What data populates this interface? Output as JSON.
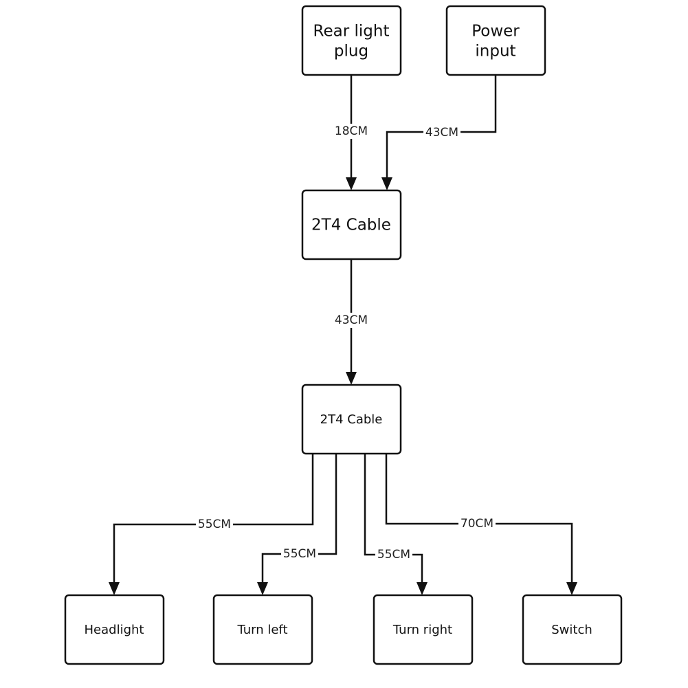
{
  "nodes": {
    "rear_light_plug": {
      "lines": [
        "Rear light",
        "plug"
      ]
    },
    "power_input": {
      "lines": [
        "Power",
        "input"
      ]
    },
    "cable_top": {
      "label": "2T4 Cable"
    },
    "cable_bottom": {
      "label": "2T4 Cable"
    },
    "headlight": {
      "label": "Headlight"
    },
    "turn_left": {
      "label": "Turn left"
    },
    "turn_right": {
      "label": "Turn right"
    },
    "switch": {
      "label": "Switch"
    }
  },
  "edges": {
    "rear_to_cable": "18CM",
    "power_to_cable": "43CM",
    "cable_to_cable": "43CM",
    "cable_to_headlight": "55CM",
    "cable_to_turn_left": "55CM",
    "cable_to_turn_right": "55CM",
    "cable_to_switch": "70CM"
  }
}
